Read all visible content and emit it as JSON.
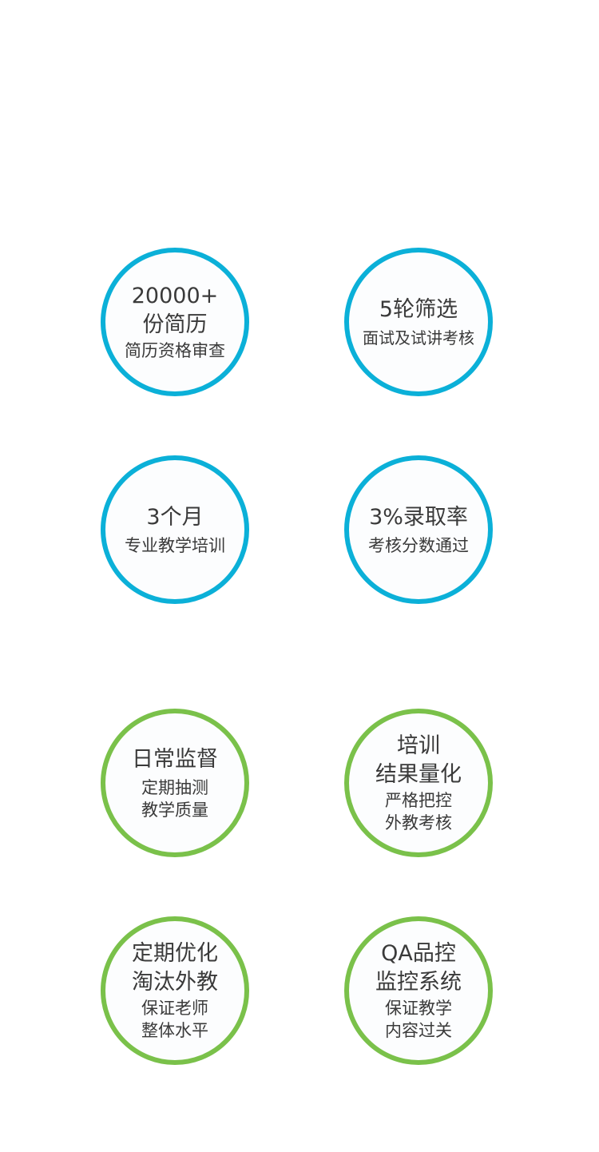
{
  "colors": {
    "blue_ring": "#0bb0d8",
    "green_ring": "#7ac14a",
    "text": "#3a3a3a",
    "background": "#ffffff"
  },
  "recruitment": [
    {
      "title": [
        "20000+",
        "份简历"
      ],
      "subtitle": [
        "简历资格审查"
      ]
    },
    {
      "title": [
        "5轮筛选"
      ],
      "subtitle": [
        "面试及试讲考核"
      ]
    },
    {
      "title": [
        "3个月"
      ],
      "subtitle": [
        "专业教学培训"
      ]
    },
    {
      "title": [
        "3%录取率"
      ],
      "subtitle": [
        "考核分数通过"
      ]
    }
  ],
  "quality": [
    {
      "title": [
        "日常监督"
      ],
      "subtitle": [
        "定期抽测",
        "教学质量"
      ]
    },
    {
      "title": [
        "培训",
        "结果量化"
      ],
      "subtitle": [
        "严格把控",
        "外教考核"
      ]
    },
    {
      "title": [
        "定期优化",
        "淘汰外教"
      ],
      "subtitle": [
        "保证老师",
        "整体水平"
      ]
    },
    {
      "title": [
        "QA品控",
        "监控系统"
      ],
      "subtitle": [
        "保证教学",
        "内容过关"
      ]
    }
  ]
}
